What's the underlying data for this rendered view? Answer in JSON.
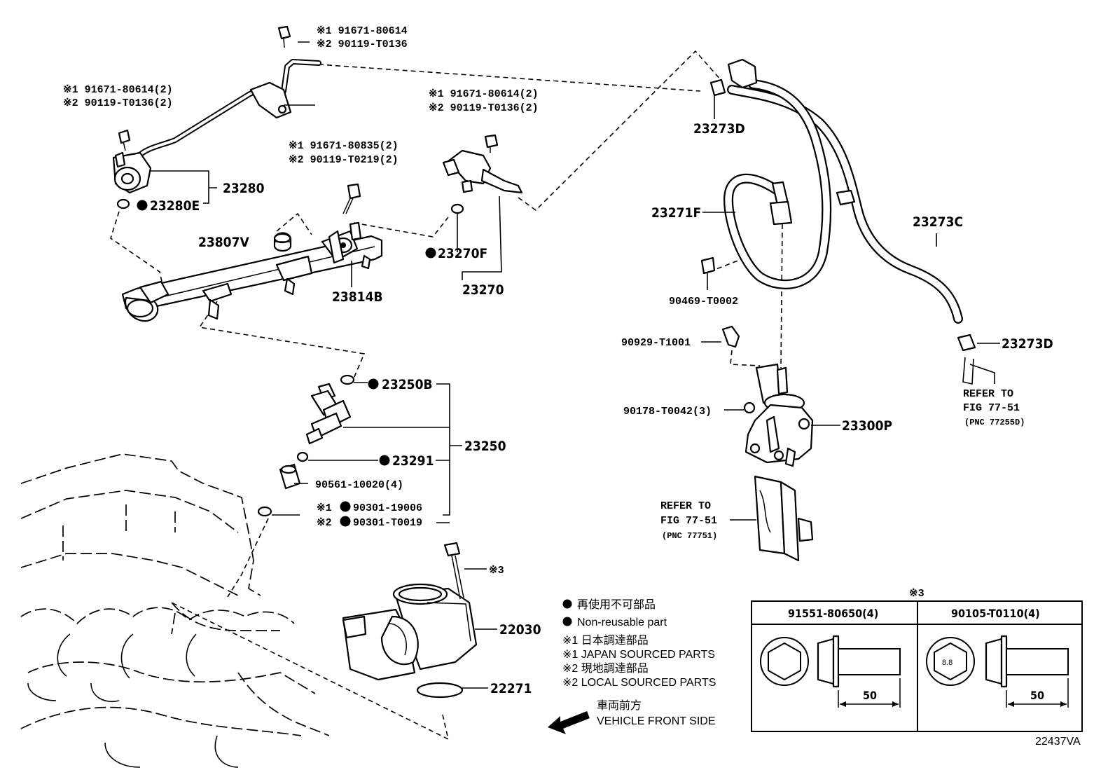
{
  "labels": {
    "p1a": "※1 91671-80614",
    "p1b": "※2 90119-T0136",
    "p2a": "※1 91671-80614(2)",
    "p2b": "※2 90119-T0136(2)",
    "p3a": "※1 91671-80835(2)",
    "p3b": "※2 90119-T0219(2)",
    "p4a": "※1 91671-80614(2)",
    "p4b": "※2 90119-T0136(2)",
    "p23280": "23280",
    "p23280E": "23280E",
    "p23807V": "23807V",
    "p23814B": "23814B",
    "p23270F": "23270F",
    "p23270": "23270",
    "p23273D_top": "23273D",
    "p23271F": "23271F",
    "p23273C": "23273C",
    "p90469": "90469-T0002",
    "p90929": "90929-T1001",
    "p23273D_right": "23273D",
    "p90178": "90178-T0042(3)",
    "p23300P": "23300P",
    "ref1a": "REFER TO",
    "ref1b": "FIG 77-51",
    "ref1c": "(PNC 77255D)",
    "ref2a": "REFER TO",
    "ref2b": "FIG 77-51",
    "ref2c": "(PNC 77751)",
    "p23250B": "23250B",
    "p23250": "23250",
    "p23291": "23291",
    "p90561": "90561-10020(4)",
    "p90301a": "※1",
    "p90301a_n": "90301-19006",
    "p90301b": "※2",
    "p90301b_n": "90301-T0019",
    "p22030": "22030",
    "p22271": "22271",
    "star3": "※3",
    "figure_no": "22437VA"
  },
  "legend": {
    "jp_nonreusable": "再使用不可部品",
    "en_nonreusable": "Non-reusable part",
    "jp_japan": "※1  日本調達部品",
    "en_japan": "※1  JAPAN SOURCED PARTS",
    "jp_local": "※2  現地調達部品",
    "en_local": "※2  LOCAL SOURCED PARTS",
    "jp_front": "車両前方",
    "en_front": "VEHICLE FRONT SIDE"
  },
  "table": {
    "mark": "※3",
    "col1": "91551-80650(4)",
    "col2": "90105-T0110(4)",
    "dim1": "50",
    "dim2": "50",
    "grade": "8.8"
  }
}
